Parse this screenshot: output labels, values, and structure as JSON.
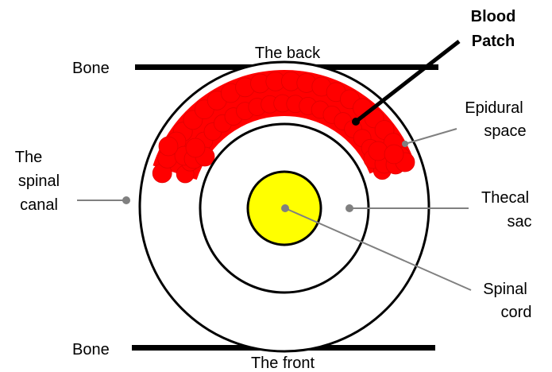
{
  "labels": {
    "blood_patch_line1": "Blood",
    "blood_patch_line2": "Patch",
    "bone_top": "Bone",
    "back": "The back",
    "epidural_line1": "Epidural",
    "epidural_line2": "space",
    "spinal_canal_line1": "The",
    "spinal_canal_line2": "spinal",
    "spinal_canal_line3": "canal",
    "thecal_line1": "Thecal",
    "thecal_line2": "sac",
    "spinal_cord_line1": "Spinal",
    "spinal_cord_line2": "cord",
    "bone_bottom": "Bone",
    "front": "The front"
  },
  "colors": {
    "blood_patch": "#ff0000",
    "spinal_cord": "#ffff00",
    "pointer_line": "#808080",
    "outline": "#000000"
  }
}
